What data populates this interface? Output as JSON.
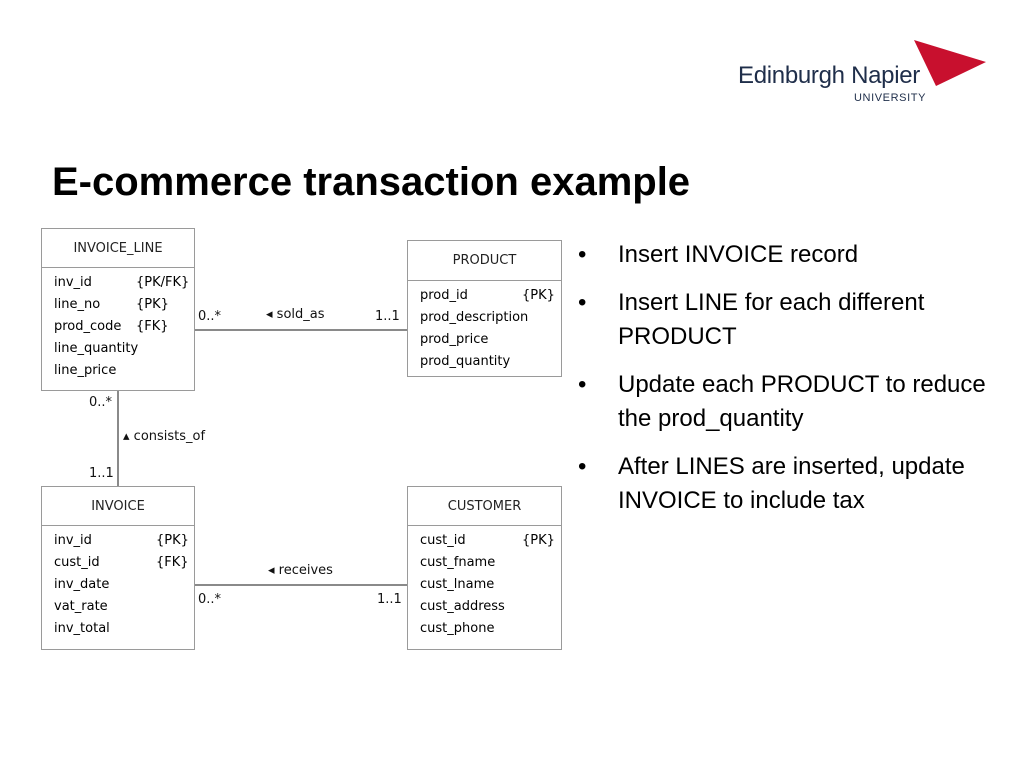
{
  "logo": {
    "name": "Edinburgh Napier",
    "sub": "UNIVERSITY",
    "color": "#c8102e"
  },
  "title": "E-commerce transaction example",
  "entities": {
    "invoice_line": {
      "name": "INVOICE_LINE",
      "attrs": [
        {
          "name": "inv_id",
          "key": "{PK/FK}"
        },
        {
          "name": "line_no",
          "key": "{PK}"
        },
        {
          "name": "prod_code",
          "key": "{FK}"
        },
        {
          "name": "line_quantity",
          "key": ""
        },
        {
          "name": "line_price",
          "key": ""
        }
      ]
    },
    "product": {
      "name": "PRODUCT",
      "attrs": [
        {
          "name": "prod_id",
          "key": "{PK}"
        },
        {
          "name": "prod_description",
          "key": ""
        },
        {
          "name": "prod_price",
          "key": ""
        },
        {
          "name": "prod_quantity",
          "key": ""
        }
      ]
    },
    "invoice": {
      "name": "INVOICE",
      "attrs": [
        {
          "name": "inv_id",
          "key": "{PK}"
        },
        {
          "name": "cust_id",
          "key": "{FK}"
        },
        {
          "name": "inv_date",
          "key": ""
        },
        {
          "name": "vat_rate",
          "key": ""
        },
        {
          "name": "inv_total",
          "key": ""
        }
      ]
    },
    "customer": {
      "name": "CUSTOMER",
      "attrs": [
        {
          "name": "cust_id",
          "key": "{PK}"
        },
        {
          "name": "cust_fname",
          "key": ""
        },
        {
          "name": "cust_lname",
          "key": ""
        },
        {
          "name": "cust_address",
          "key": ""
        },
        {
          "name": "cust_phone",
          "key": ""
        }
      ]
    }
  },
  "relationships": {
    "sold_as": {
      "label": "sold_as",
      "arrow": "◂",
      "from_mult": "0..*",
      "to_mult": "1..1"
    },
    "consists_of": {
      "label": "consists_of",
      "arrow": "▴",
      "from_mult": "0..*",
      "to_mult": "1..1"
    },
    "receives": {
      "label": "receives",
      "arrow": "◂",
      "from_mult": "0..*",
      "to_mult": "1..1"
    }
  },
  "bullets": [
    "Insert INVOICE record",
    "Insert LINE for each different PRODUCT",
    "Update each PRODUCT to reduce the prod_quantity",
    "After LINES are inserted, update INVOICE to include tax"
  ],
  "bullet_char": "•"
}
